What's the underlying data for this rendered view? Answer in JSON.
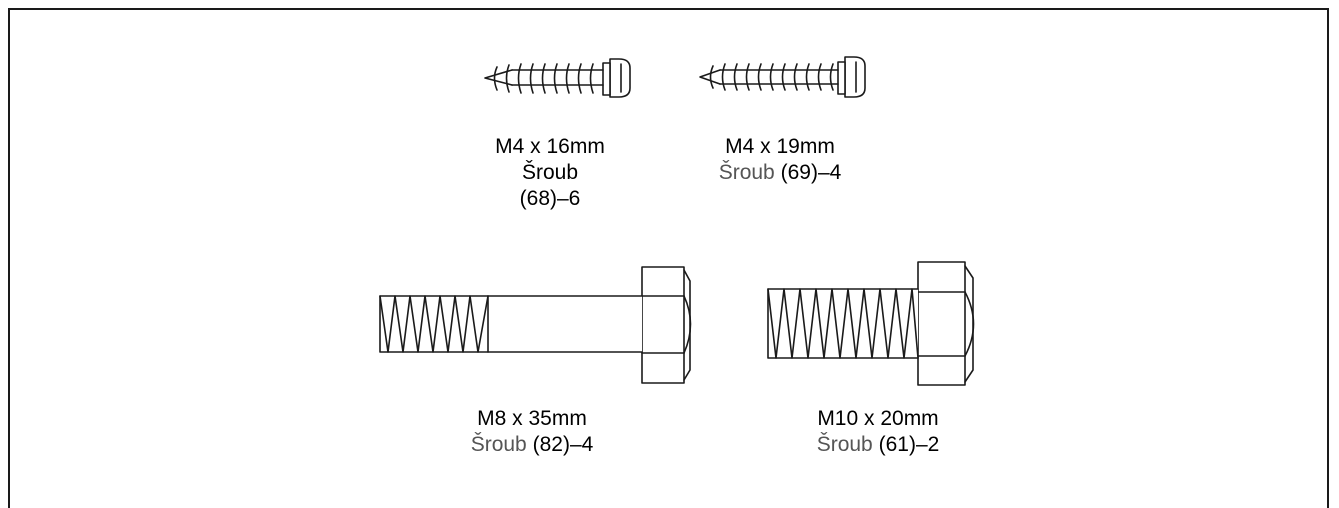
{
  "parts": [
    {
      "size": "M4 x 16mm",
      "name": "Šroub",
      "ref": "(68)–6",
      "icon": "pan-head-screw-icon"
    },
    {
      "size": "M4 x 19mm",
      "name": "Šroub",
      "ref": "(69)–4",
      "icon": "pan-head-screw-icon"
    },
    {
      "size": "M8 x 35mm",
      "name": "Šroub",
      "ref": "(82)–4",
      "icon": "hex-bolt-partial-thread-icon"
    },
    {
      "size": "M10 x 20mm",
      "name": "Šroub",
      "ref": "(61)–2",
      "icon": "hex-bolt-full-thread-icon"
    }
  ],
  "colors": {
    "line": "#1a1a1a",
    "desc_text": "#555555"
  }
}
